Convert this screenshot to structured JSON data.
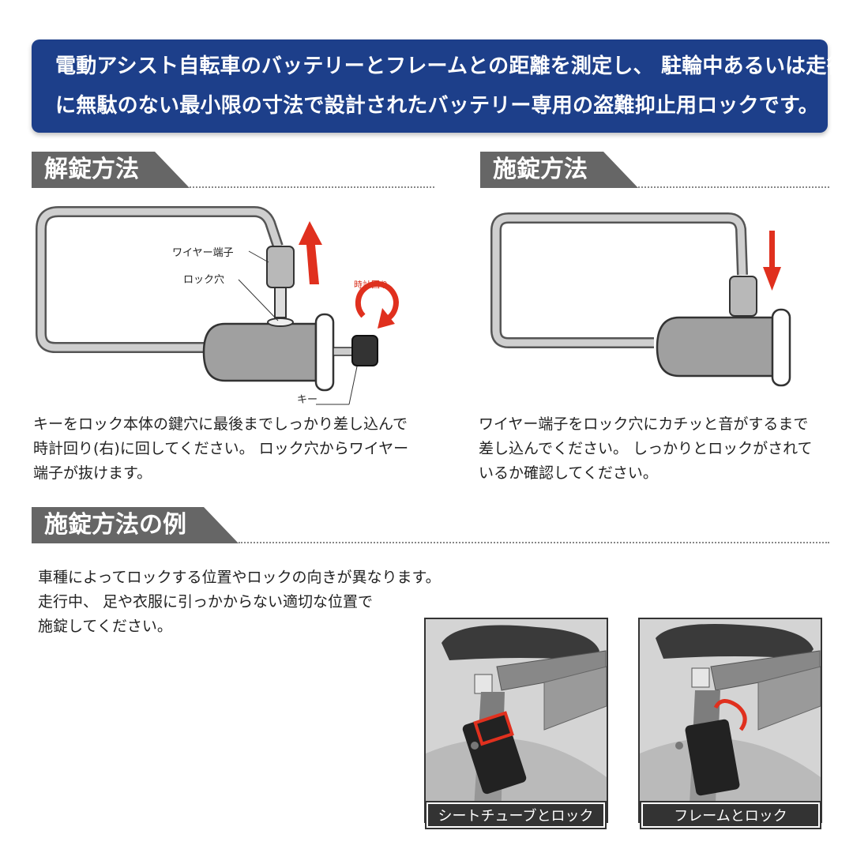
{
  "banner": {
    "line1": "電動アシスト自転車のバッテリーとフレームとの距離を測定し、 駐輪中あるいは走行中",
    "line2": "に無駄のない最小限の寸法で設計されたバッテリー専用の盗難抑止用ロックです。"
  },
  "unlock": {
    "title": "解錠方法",
    "labels": {
      "wire_terminal": "ワイヤー端子",
      "lock_hole": "ロック穴",
      "clockwise": "時計回り",
      "key": "キー"
    },
    "text": [
      "キーをロック本体の鍵穴に最後までしっかり差し込んで",
      "時計回り(右)に回してください。 ロック穴からワイヤー",
      "端子が抜けます。"
    ]
  },
  "lock": {
    "title": "施錠方法",
    "text": [
      "ワイヤー端子をロック穴にカチッと音がするまで",
      "差し込んでください。 しっかりとロックがされて",
      "いるか確認してください。"
    ]
  },
  "examples": {
    "title": "施錠方法の例",
    "text": [
      "車種によってロックする位置やロックの向きが異なります。",
      "走行中、 足や衣服に引っかからない適切な位置で",
      "施錠してください。"
    ],
    "photos": [
      {
        "label": "シートチューブとロック"
      },
      {
        "label": "フレームとロック"
      }
    ]
  },
  "colors": {
    "banner": "#1d3f8a",
    "tab": "#666666",
    "arrow": "#e0301e",
    "lock_body": "#a0a0a0"
  }
}
